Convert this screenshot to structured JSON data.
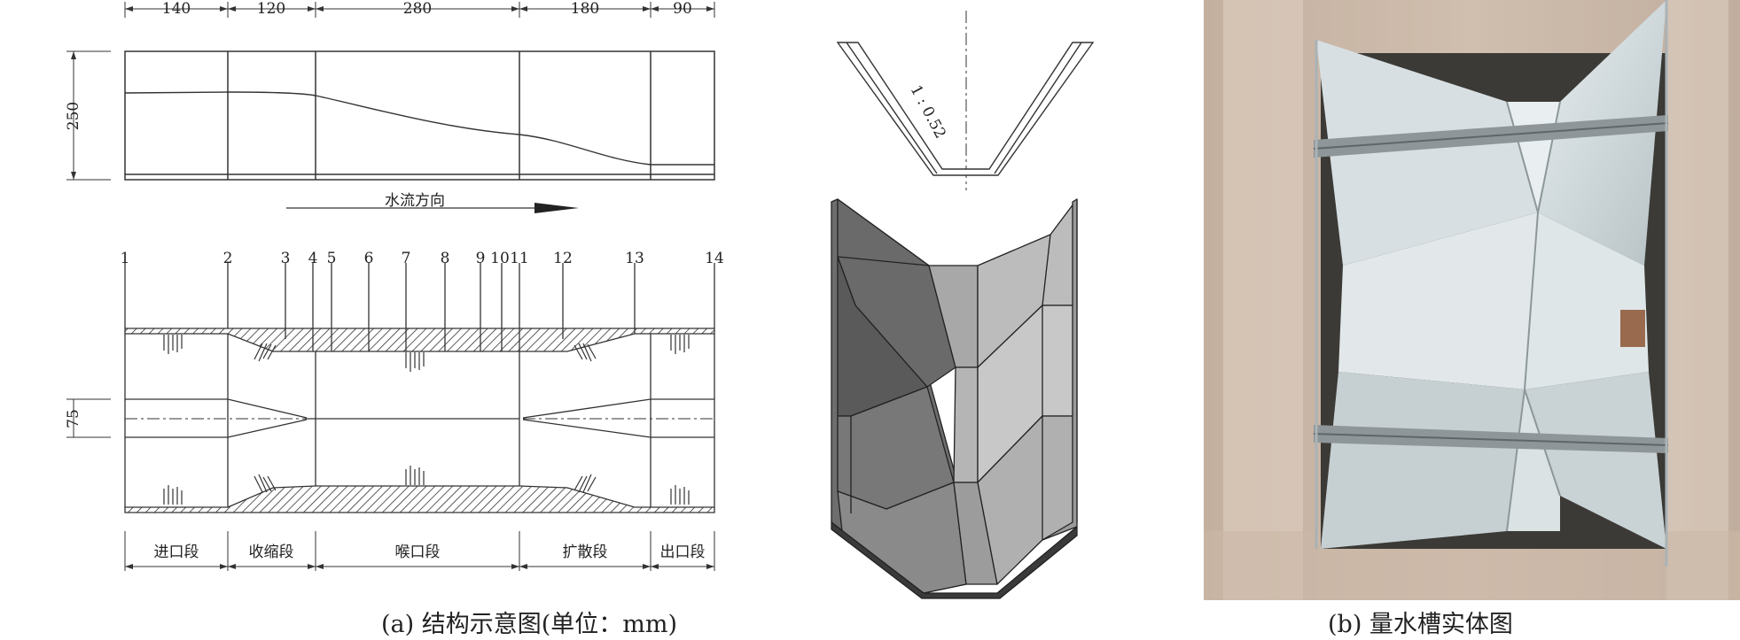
{
  "figure_a": {
    "caption": "(a) 结构示意图(单位：mm)",
    "dimensions": {
      "top_lengths": [
        "140",
        "120",
        "280",
        "180",
        "90"
      ],
      "height": "250",
      "width": "75"
    },
    "flow_label": "水流方向",
    "station_labels": [
      "1",
      "2",
      "3",
      "4",
      "5",
      "6",
      "7",
      "8",
      "9",
      "10",
      "11",
      "12",
      "13",
      "14"
    ],
    "segments": [
      "进口段",
      "收缩段",
      "喉口段",
      "扩散段",
      "出口段"
    ],
    "side_slope": "1 : 0.52"
  },
  "figure_b": {
    "caption": "(b) 量水槽实体图"
  }
}
